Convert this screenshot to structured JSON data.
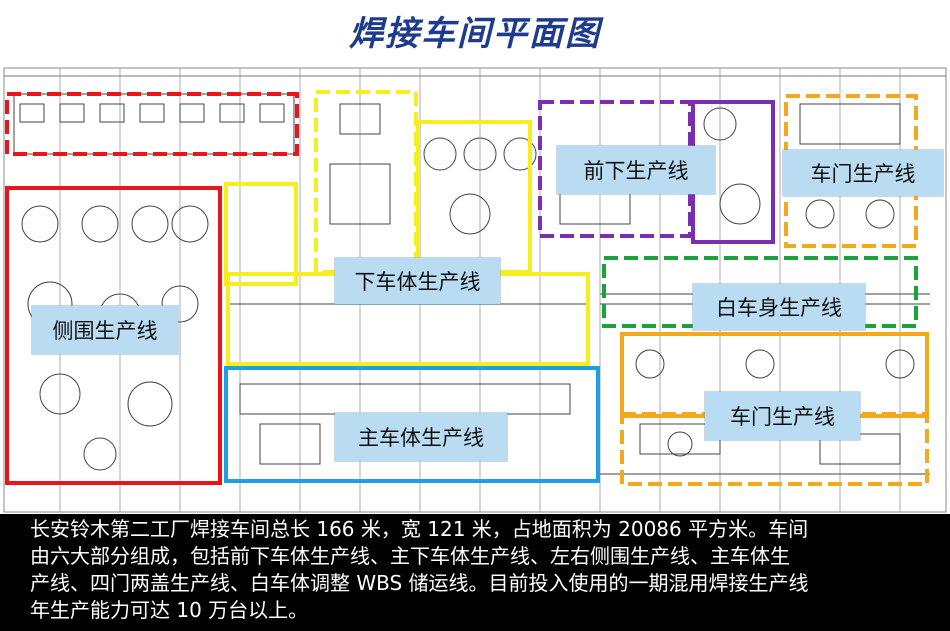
{
  "title": "焊接车间平面图",
  "zones": {
    "side": "侧围生产线",
    "under": "下车体生产线",
    "main": "主车体生产线",
    "front_under": "前下生产线",
    "door_top": "车门生产线",
    "biw": "白车身生产线",
    "door_bottom": "车门生产线"
  },
  "colors": {
    "red": "#e8161b",
    "yellow": "#f6ee1f",
    "blue": "#1e9fe3",
    "purple": "#7b2fb0",
    "orange": "#f4a81c",
    "green": "#1aa339"
  },
  "caption_lines": [
    "长安铃木第二工厂焊接车间总长 166 米，宽 121 米，占地面积为 20086 平方米。车间",
    "由六大部分组成，包括前下车体生产线、主下车体生产线、左右侧围生产线、主车体生",
    "产线、四门两盖生产线、白车体调整 WBS 储运线。目前投入使用的一期混用焊接生产线",
    "年生产能力可达 10 万台以上。"
  ]
}
